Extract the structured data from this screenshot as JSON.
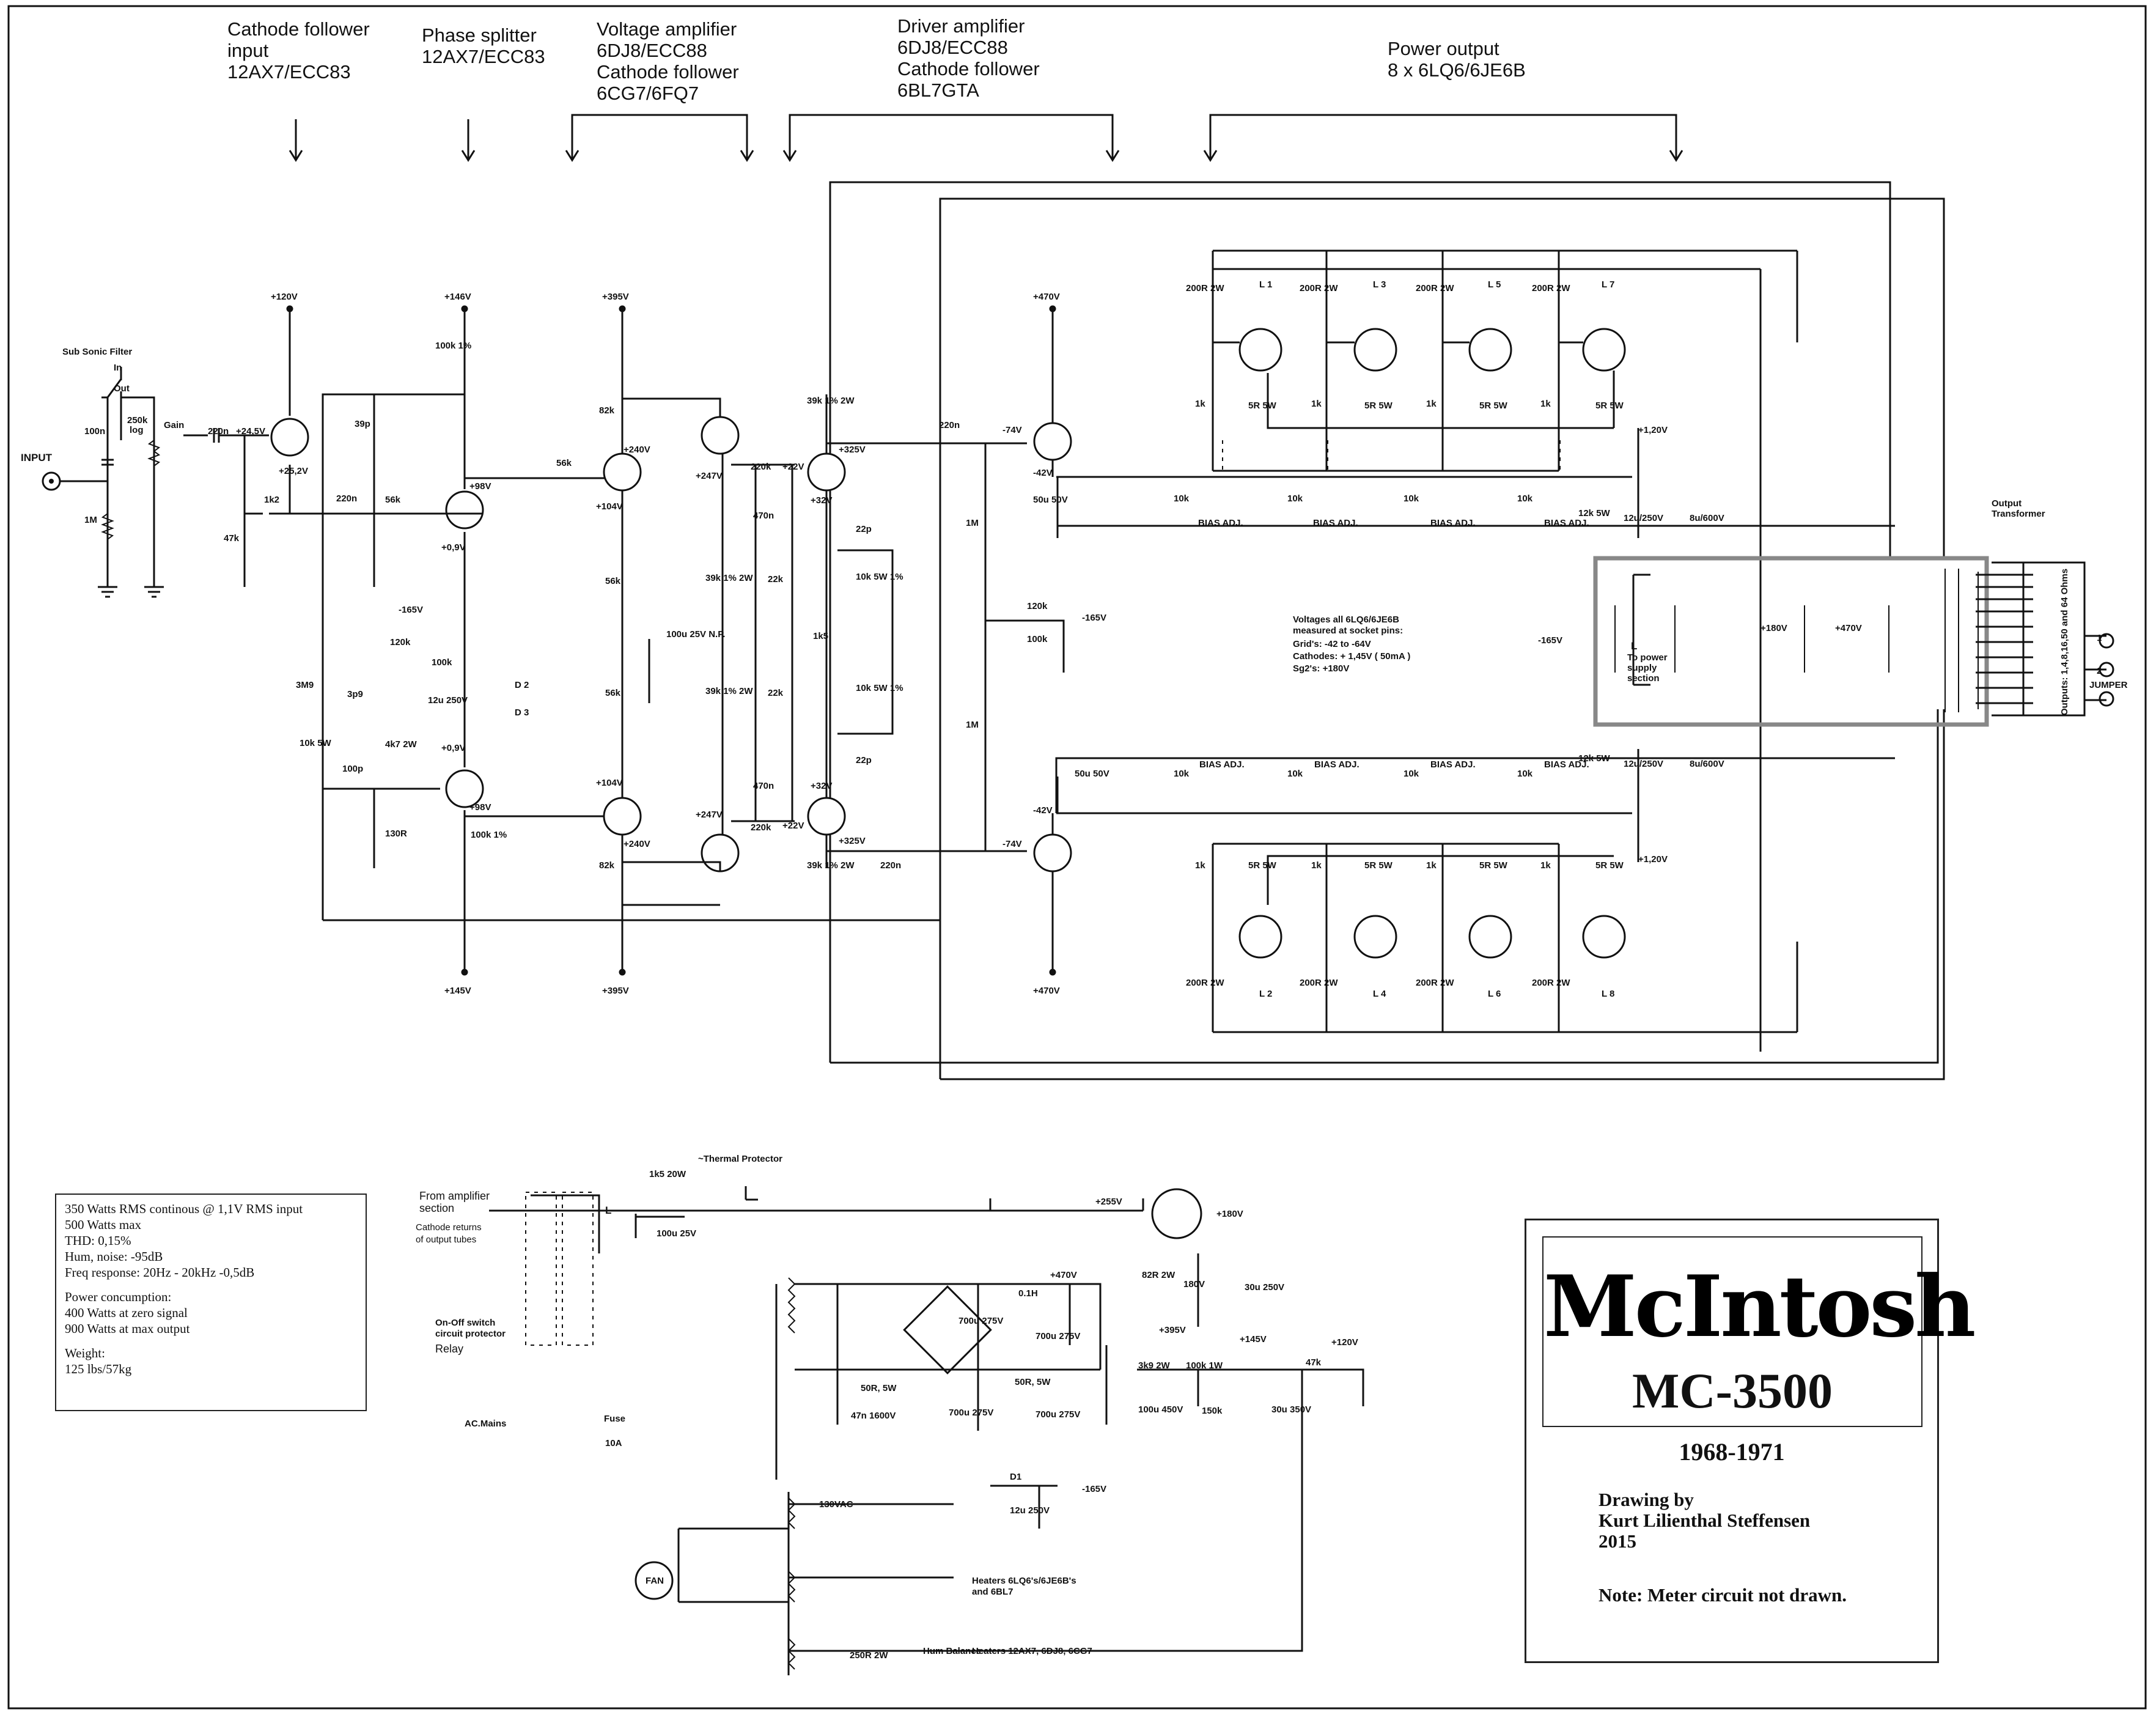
{
  "headers": {
    "cathode_follower_input": [
      "Cathode follower",
      "input",
      "12AX7/ECC83"
    ],
    "phase_splitter": [
      "Phase splitter",
      "12AX7/ECC83"
    ],
    "voltage_amplifier": [
      "Voltage amplifier",
      "6DJ8/ECC88",
      "Cathode follower",
      "6CG7/6FQ7"
    ],
    "driver_amplifier": [
      "Driver amplifier",
      "6DJ8/ECC88",
      "Cathode follower",
      "6BL7GTA"
    ],
    "power_output": [
      "Power output",
      "8 x 6LQ6/6JE6B"
    ]
  },
  "input_section": {
    "input_label": "INPUT",
    "subsonic_filter": "Sub Sonic Filter",
    "switch_in": "In",
    "switch_out": "Out",
    "gain_label": "Gain",
    "pot_value": "250k",
    "pot_taper": "log",
    "cap_100n": "100n",
    "res_1m": "1M",
    "cap_220n": "220n"
  },
  "rails": {
    "plus120": "+120V",
    "plus146": "+146V",
    "plus395": "+395V",
    "plus470": "+470V",
    "plus145": "+145V",
    "minus165": "-165V",
    "plus180": "+180V"
  },
  "node_labels": [
    "+24,5V",
    "+25,2V",
    "+98V",
    "+0,9V",
    "+240V",
    "+104V",
    "+247V",
    "+22V",
    "+325V",
    "+32V",
    "-74V",
    "-42V",
    "+1,20V"
  ],
  "component_labels": {
    "r_100k_1pct": "100k 1%",
    "r_39k": "39k 1% 2W",
    "r_82k": "82k",
    "r_56k": "56k",
    "r_220k": "220k",
    "r_22k": "22k",
    "c_470n": "470n",
    "c_22p": "22p",
    "r_10k_5w": "10k 5W 1%",
    "c_220n": "220n",
    "r_1m": "1M",
    "r_120k": "120k",
    "r_100k": "100k",
    "c_50u": "50u 50V",
    "c_100u": "100u 25V N.P.",
    "r_1k5": "1k5",
    "r_3m9": "3M9",
    "c_3p9": "3p9",
    "r_10k_5w_b": "10k 5W",
    "r_4k7": "4k7 2W",
    "c_100p": "100p",
    "r_130r": "130R",
    "r_1k2": "1k2",
    "r_47k": "47k",
    "c_39p": "39p",
    "c_12u": "12u 250V",
    "diodes": [
      "D 2",
      "D 3"
    ],
    "r_200r": "200R 2W",
    "r_1k": "1k",
    "r_5r": "5R 5W",
    "r_10k": "10k",
    "bias_adj": "BIAS ADJ.",
    "r_12k": "12k 5W",
    "c_12u_250": "12u/250V",
    "c_8u_600": "8u/600V"
  },
  "tube_labels": [
    "L 1",
    "L 3",
    "L 5",
    "L 7",
    "L 2",
    "L 4",
    "L 6",
    "L 8"
  ],
  "power_output_note": [
    "Voltages all 6LQ6/6JE6B",
    "measured at socket pins:",
    "Grid's: -42 to -64V",
    "Cathodes: + 1,45V ( 50mA )",
    "Sg2's: +180V"
  ],
  "output_transformer": {
    "label": [
      "Output",
      "Transformer"
    ],
    "outputs": "Outputs: 1,4,8,16,50 and 64 Ohms",
    "jumper": "JUMPER",
    "terminals": [
      "1",
      "2"
    ],
    "ps_link": [
      "To power",
      "supply",
      "section"
    ],
    "ps_letter": "L"
  },
  "power_supply": {
    "from_amp": [
      "From amplifier",
      "section"
    ],
    "cathode_returns": [
      "Cathode returns",
      "of output tubes"
    ],
    "thermal": "~Thermal Protector",
    "res_1k5_20w": "1k5 20W",
    "cap_100u_25": "100u 25V",
    "plus255": "+255V",
    "switch_protector": [
      "On-Off switch",
      "circuit protector",
      "Relay"
    ],
    "ac_mains": "AC.Mains",
    "fuse": "Fuse",
    "fuse_rating": "10A",
    "choke": "0.1H",
    "r_82r": "82R 2W",
    "zener": "180V",
    "c_30u_250": "30u 250V",
    "c_700u": "700u 275V",
    "r_50r": "50R, 5W",
    "c_47n": "47n 1600V",
    "r_3k9": "3k9 2W",
    "r_100k_1w": "100k 1W",
    "c_100u_450": "100u 450V",
    "r_150k": "150k",
    "c_30u_350": "30u 350V",
    "r_47k": "47k",
    "v130": "130VAC",
    "d1": "D1",
    "c_12u_250": "12u 250V",
    "fan": "FAN",
    "heaters_output": [
      "Heaters 6LQ6's/6JE6B's",
      "and 6BL7"
    ],
    "hum_balance": "Hum Balance",
    "r_250r": "250R 2W",
    "heaters_small": "Heaters 12AX7, 6DJ8, 6CG7"
  },
  "specs": {
    "lines": [
      "350 Watts RMS continous @ 1,1V RMS input",
      "500 Watts max",
      "THD: 0,15%",
      "Hum, noise: -95dB",
      "Freq response: 20Hz - 20kHz -0,5dB"
    ],
    "power_lines": [
      "Power concumption:",
      "400 Watts at zero signal",
      "900 Watts at max output"
    ],
    "weight_lines": [
      "Weight:",
      "125 lbs/57kg"
    ]
  },
  "title_block": {
    "brand": "McIntosh",
    "model": "MC-3500",
    "years": "1968-1971",
    "credit": [
      "Drawing by",
      "Kurt Lilienthal Steffensen",
      "2015"
    ],
    "note": "Note: Meter circuit not drawn."
  }
}
